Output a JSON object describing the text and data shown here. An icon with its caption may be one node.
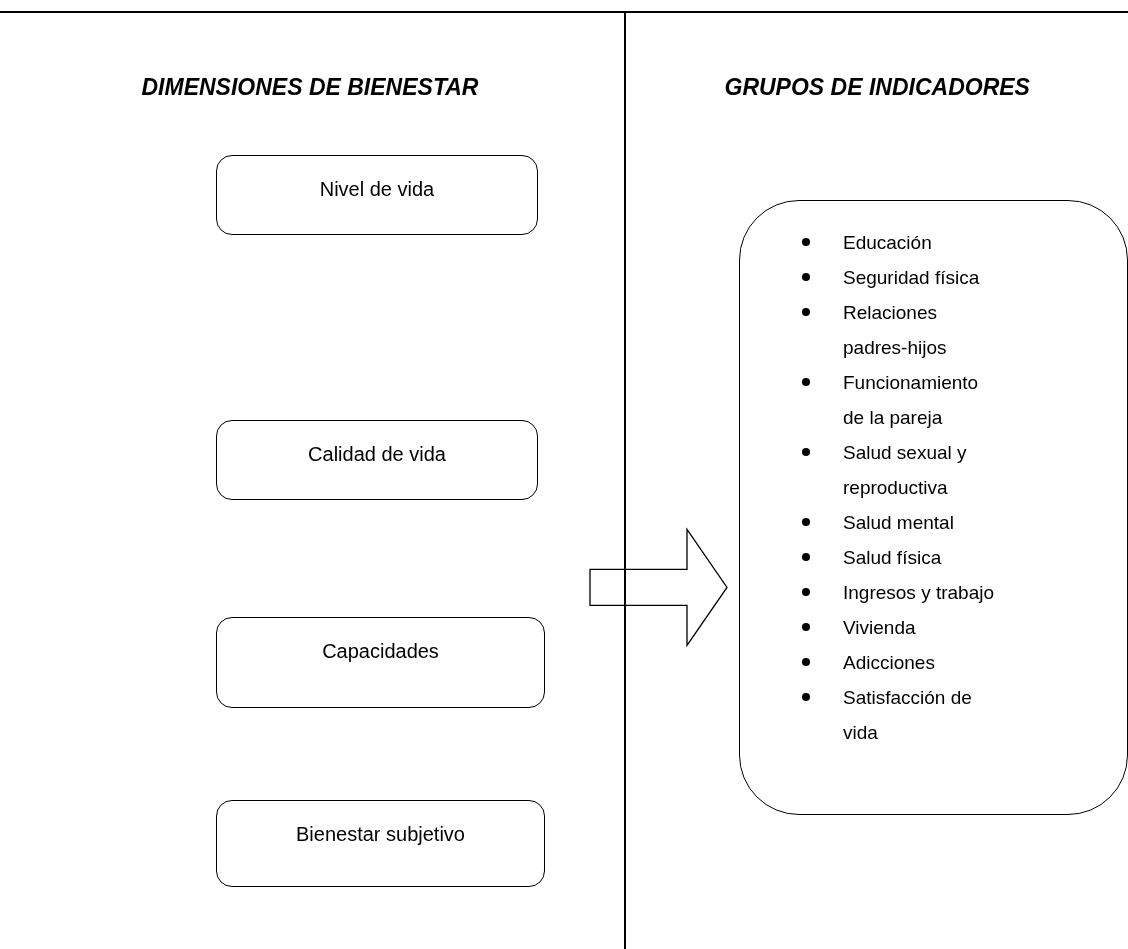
{
  "diagram": {
    "nodes": [
      {
        "text": [
          "Nivel de vida"
        ]
      },
      {
        "text": [
          "Calidad de vida"
        ]
      },
      {
        "text": [
          "Capacidades"
        ]
      },
      {
        "text": [
          "Bienestar subjetivo"
        ]
      },
      {
        "text": [
          "Educación",
          "Seguridad física",
          "Relaciones padres-hijos",
          "Funcionamiento de la pareja",
          "Salud sexual y reproductiva",
          "Salud mental",
          "Salud física",
          "Ingresos y trabajo",
          "Vivienda",
          "Adicciones",
          "Satisfacción de vida"
        ]
      }
    ],
    "edges": [
      {
        "from": null,
        "to": 4,
        "arrow": "to",
        "style": "thick"
      }
    ],
    "labels": [
      "DIMENSIONES DE BIENESTAR",
      "GRUPOS DE INDICADORES"
    ]
  }
}
